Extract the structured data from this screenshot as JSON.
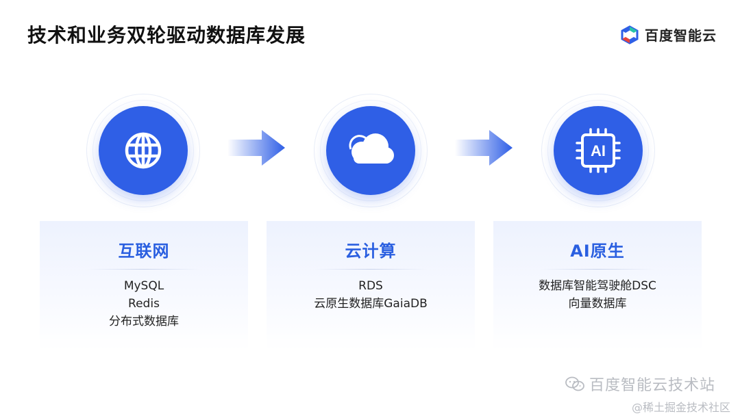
{
  "slide": {
    "title": "技术和业务双轮驱动数据库发展"
  },
  "brand": {
    "name": "百度智能云"
  },
  "stages": [
    {
      "icon": "globe-icon",
      "title": "互联网",
      "lines": [
        "MySQL",
        "Redis",
        "分布式数据库"
      ]
    },
    {
      "icon": "cloud-icon",
      "title": "云计算",
      "lines": [
        "RDS",
        "云原生数据库GaiaDB"
      ]
    },
    {
      "icon": "ai-chip-icon",
      "title": "AI原生",
      "chip_label": "AI",
      "lines": [
        "数据库智能驾驶舱DSC",
        "向量数据库"
      ]
    }
  ],
  "watermarks": {
    "line1": "百度智能云技术站",
    "line2": "@稀土掘金技术社区"
  },
  "colors": {
    "accent": "#2f5fe6",
    "stage_title": "#2a5fe0",
    "card_bg": "#edf2fe",
    "watermark": "#b9bcc2"
  }
}
